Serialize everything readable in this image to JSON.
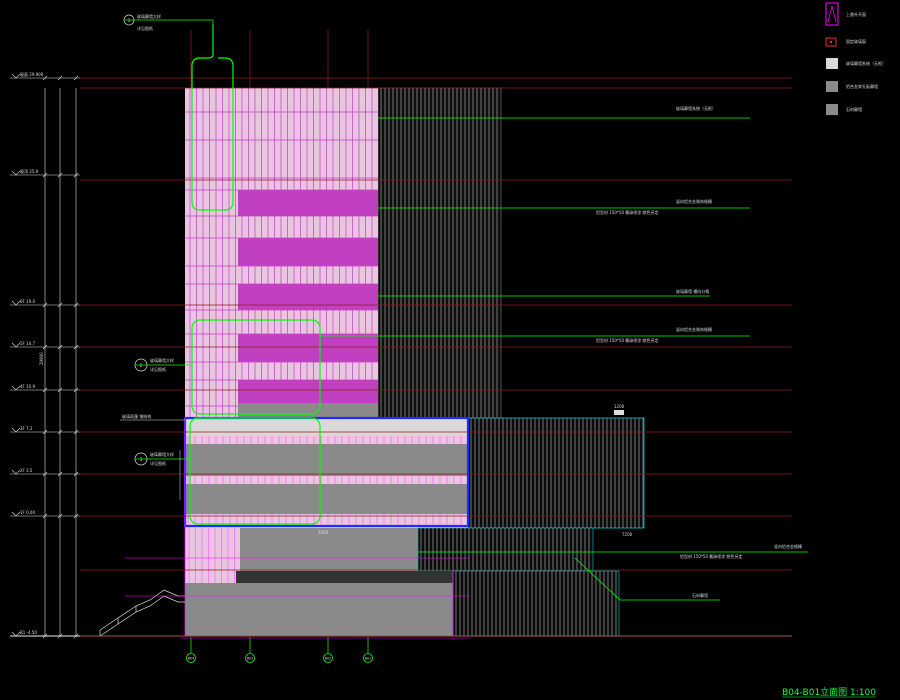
{
  "drawing_title": "B04-B01立面图 1:100",
  "colors": {
    "background": "#000000",
    "level_line": "#8b1a1a",
    "grid_line": "#8b1a1a",
    "callout": "#00ff00",
    "glass_pink": "#e8c6e0",
    "magenta_band": "#c040c0",
    "magenta_line": "#ff00ff",
    "panel_grey": "#8a8a8a",
    "panel_light": "#d9d9d9",
    "panel_dark": "#333333",
    "blue_frame": "#1a2cff",
    "cyan": "#00c8c8",
    "louver": "#bfbfbf",
    "dim": "#dddddd"
  },
  "legend": {
    "items": [
      {
        "swatch": "magenta-outline",
        "label": "上悬外开窗"
      },
      {
        "swatch": "red-square",
        "label": "固定玻璃窗"
      },
      {
        "swatch": "light-grey",
        "label": "玻璃幕墙系统（无框）"
      },
      {
        "swatch": "mid-grey",
        "label": "铝合金穿孔板幕墙"
      },
      {
        "swatch": "dark-grey",
        "label": "石材幕墙"
      }
    ]
  },
  "levels": [
    {
      "label": "屋面 29.900"
    },
    {
      "label": "屋顶 25.9"
    },
    {
      "label": "6F 19.0"
    },
    {
      "label": "5F 14.7"
    },
    {
      "label": "4F 10.9"
    },
    {
      "label": "3F 7.2"
    },
    {
      "label": "2F 3.5"
    },
    {
      "label": "1F 0.00"
    },
    {
      "label": "B1 -4.50"
    }
  ],
  "grid_axes": [
    {
      "label": "B04"
    },
    {
      "label": "B03"
    },
    {
      "label": "B02"
    },
    {
      "label": "B01"
    }
  ],
  "callouts": [
    {
      "num": "1",
      "line1": "玻璃幕墙大样",
      "line2": "详见图纸"
    },
    {
      "num": "2",
      "line1": "玻璃幕墙大样",
      "line2": "详见图纸"
    },
    {
      "num": "3",
      "line1": "玻璃幕墙大样",
      "line2": "详见图纸"
    }
  ],
  "notes": [
    {
      "line1": "玻璃幕墙系统（无框）",
      "line2": ""
    },
    {
      "line1": "竖向铝合金装饰格栅",
      "line2": "铝型材 150*50 氟碳喷涂 颜色另定"
    },
    {
      "line1": "玻璃幕墙 横向分格",
      "line2": ""
    },
    {
      "line1": "竖向铝合金装饰格栅",
      "line2": "铝型材 150*50 氟碳喷涂 颜色另定"
    },
    {
      "line1": "竖向铝合金格栅",
      "line2": "铝型材 150*50 氟碳喷涂 颜色另定"
    },
    {
      "line1": "石材幕墙",
      "line2": ""
    }
  ],
  "misc_labels": {
    "canopy_note": "玻璃雨篷 钢结构",
    "dim_total": "29900",
    "dim_bottom": "2000",
    "dim_canopy": "7200",
    "dim_roof": "1200"
  }
}
